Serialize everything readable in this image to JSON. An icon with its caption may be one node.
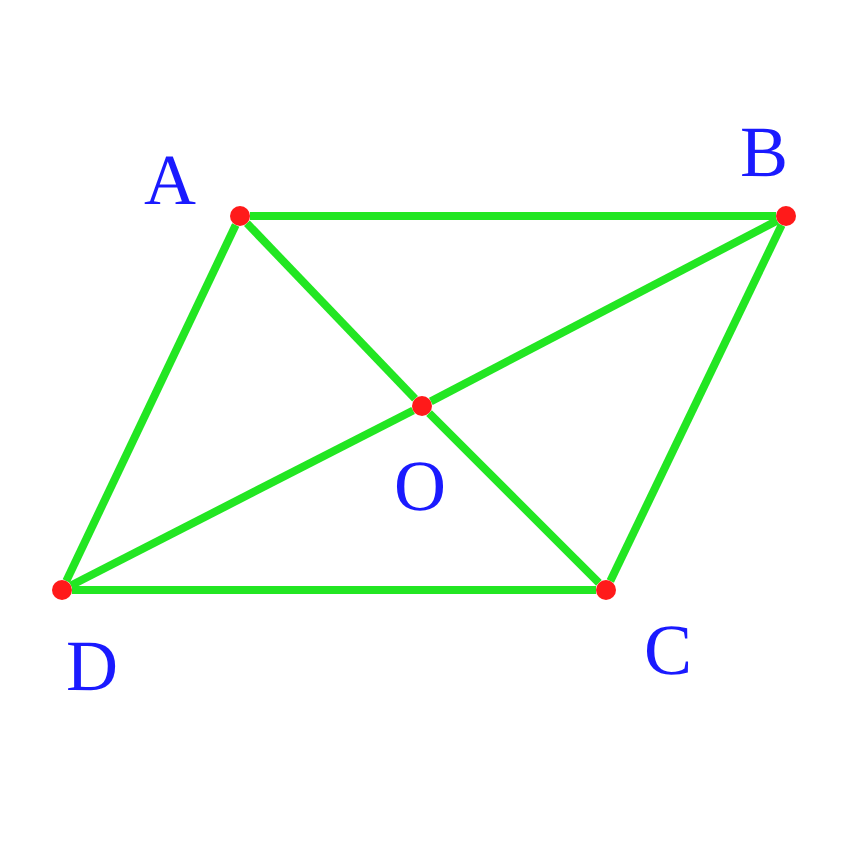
{
  "diagram": {
    "nodes": [
      {
        "text": [
          "A"
        ]
      },
      {
        "text": [
          "B"
        ]
      },
      {
        "text": [
          "C"
        ]
      },
      {
        "text": [
          "D"
        ]
      },
      {
        "text": [
          "O"
        ]
      }
    ],
    "edges": [
      {
        "from": 0,
        "to": 1,
        "arrow": "none"
      },
      {
        "from": 1,
        "to": 2,
        "arrow": "none"
      },
      {
        "from": 2,
        "to": 3,
        "arrow": "none"
      },
      {
        "from": 3,
        "to": 0,
        "arrow": "none"
      },
      {
        "from": 0,
        "to": 4,
        "arrow": "none"
      },
      {
        "from": 4,
        "to": 2,
        "arrow": "none"
      },
      {
        "from": 1,
        "to": 4,
        "arrow": "none"
      },
      {
        "from": 4,
        "to": 3,
        "arrow": "none"
      }
    ]
  }
}
